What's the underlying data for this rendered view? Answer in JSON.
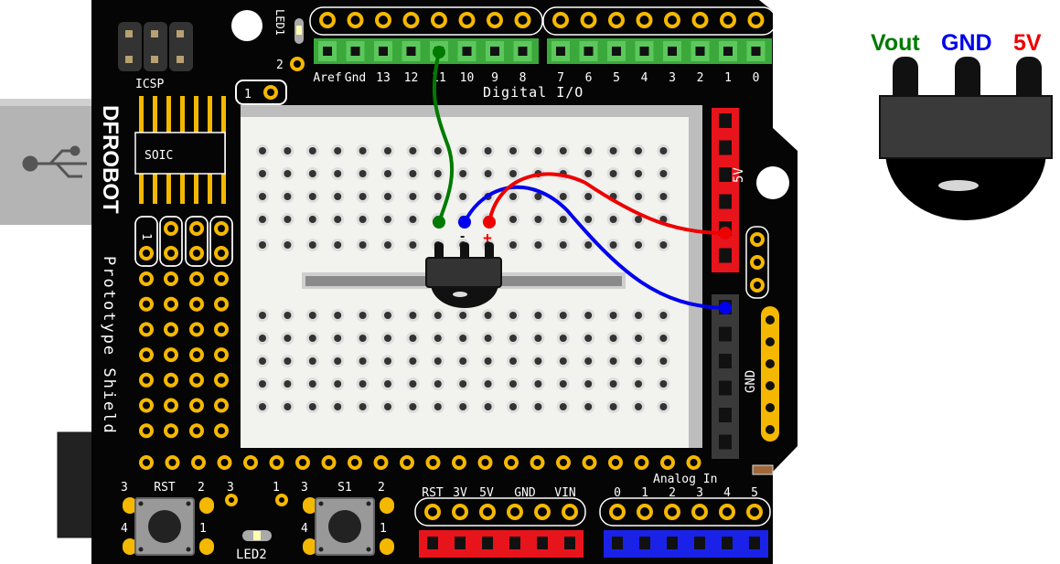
{
  "board": {
    "brand": "DFROBOT",
    "name": "Prototype Shield",
    "icsp": "ICSP",
    "soic": "SOIC",
    "led1": "LED1",
    "led2": "LED2",
    "pad_1": "1",
    "pad_2": "2",
    "digital_title": "Digital I/O",
    "digital_left": [
      "Aref",
      "Gnd",
      "13",
      "12",
      "11",
      "10",
      "9",
      "8"
    ],
    "digital_right": [
      "7",
      "6",
      "5",
      "4",
      "3",
      "2",
      "1",
      "0"
    ],
    "label_5v": "5V",
    "label_gnd": "GND",
    "power_labels": [
      "RST",
      "3V",
      "5V",
      "GND",
      "VIN"
    ],
    "analog_title": "Analog In",
    "analog_labels": [
      "0",
      "1",
      "2",
      "3",
      "4",
      "5"
    ],
    "rst_button": {
      "label": "RST",
      "pins": [
        "3",
        "2",
        "4",
        "1"
      ]
    },
    "s1_button": {
      "label": "S1",
      "pins": [
        "3",
        "2",
        "4",
        "1"
      ]
    },
    "extra_pins": [
      "3",
      "1"
    ]
  },
  "sensor": {
    "minus": "-",
    "plus": "+"
  },
  "legend": {
    "vout": {
      "text": "Vout",
      "color": "#007a00"
    },
    "gnd": {
      "text": "GND",
      "color": "#0000ee"
    },
    "v5": {
      "text": "5V",
      "color": "#ee0000"
    }
  },
  "wires": {
    "signal": "#007a00",
    "ground": "#0000ee",
    "power": "#ee0000"
  }
}
